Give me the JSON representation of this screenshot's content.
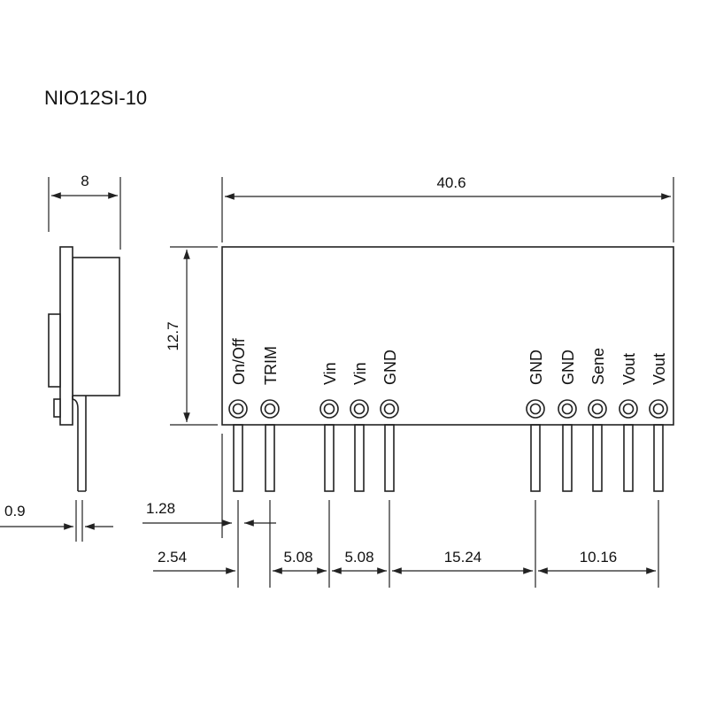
{
  "title": "NIO12SI-10",
  "colors": {
    "line": "#222222",
    "text": "#111111",
    "background": "#ffffff"
  },
  "side_view": {
    "width_label": "8",
    "pin_thickness_label": "0.9"
  },
  "front_view": {
    "length_label": "40.6",
    "height_label": "12.7",
    "pin_labels": [
      "On/Off",
      "TRIM",
      "Vin",
      "Vin",
      "GND",
      "GND",
      "GND",
      "Sene",
      "Vout",
      "Vout"
    ],
    "pin_diameter_label": "1.28",
    "spacing_labels": [
      "2.54",
      "5.08",
      "5.08",
      "15.24",
      "10.16"
    ]
  }
}
